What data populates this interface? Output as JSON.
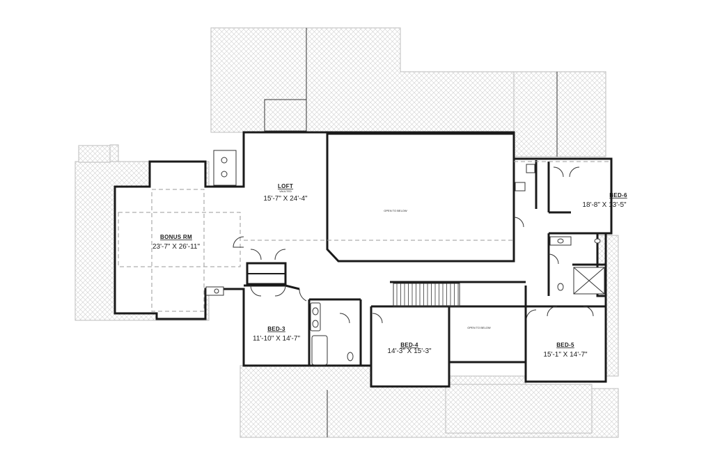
{
  "rooms": [
    {
      "id": "bonus",
      "name": "BONUS RM",
      "dim": "23'-7\" X 26'-11\""
    },
    {
      "id": "loft",
      "name": "LOFT",
      "note": "VAULTED",
      "dim": "15'-7\" X 24'-4\""
    },
    {
      "id": "bed6",
      "name": "BED-6",
      "dim": "18'-8\" X 13'-5\""
    },
    {
      "id": "bed3",
      "name": "BED-3",
      "dim": "11'-10\" X 14'-7\""
    },
    {
      "id": "bed4",
      "name": "BED-4",
      "dim": "14'-3\" X 15'-3\""
    },
    {
      "id": "bed5",
      "name": "BED-5",
      "dim": "15'-1\" X 14'-7\""
    }
  ],
  "open_areas": [
    {
      "id": "open1",
      "text": "OPEN TO BELOW"
    },
    {
      "id": "open2",
      "text": "OPEN TO BELOW"
    }
  ],
  "colors": {
    "wall": "#1a1a1a",
    "roof_hatch": "#c8c8c8",
    "background": "#ffffff"
  }
}
